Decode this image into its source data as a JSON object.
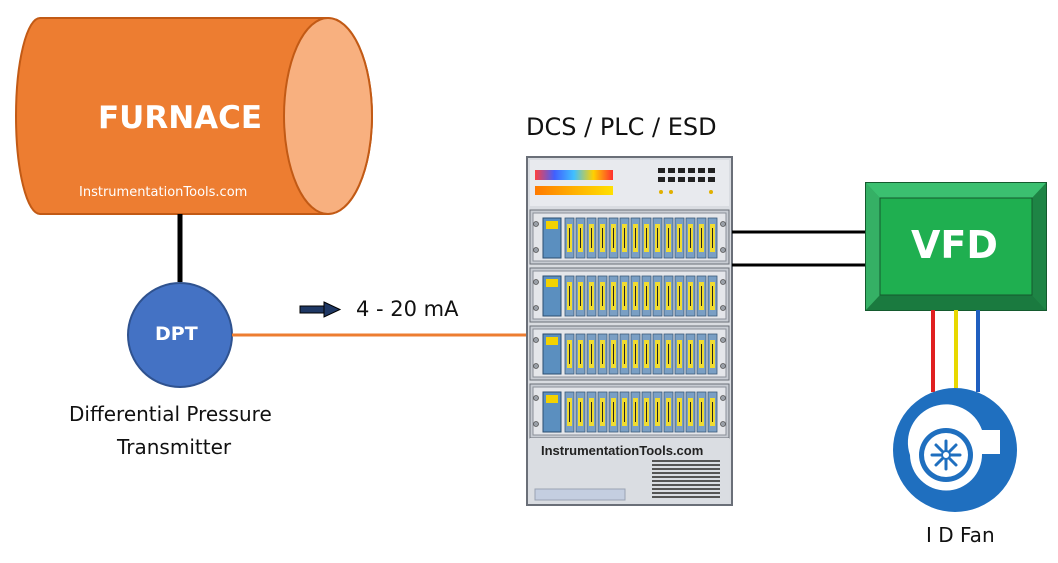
{
  "furnace": {
    "title": "FURNACE",
    "watermark": "InstrumentationTools.com",
    "color": "#ED7D31",
    "end_color": "#F8B07F"
  },
  "transmitter": {
    "tag": "DPT",
    "name_line1": "Differential Pressure",
    "name_line2": "Transmitter",
    "color": "#4472C4"
  },
  "signal": {
    "label": "4 - 20 mA",
    "line_color": "#ED7D31"
  },
  "controller": {
    "title": "DCS / PLC / ESD",
    "watermark": "InstrumentationTools.com",
    "rack_count": 4
  },
  "vfd": {
    "title": "VFD",
    "color": "#1FAF50"
  },
  "fan": {
    "label": "I D Fan",
    "color": "#1F6FBF",
    "wire_colors": [
      "#E02020",
      "#E8D800",
      "#1F5FBF"
    ]
  }
}
